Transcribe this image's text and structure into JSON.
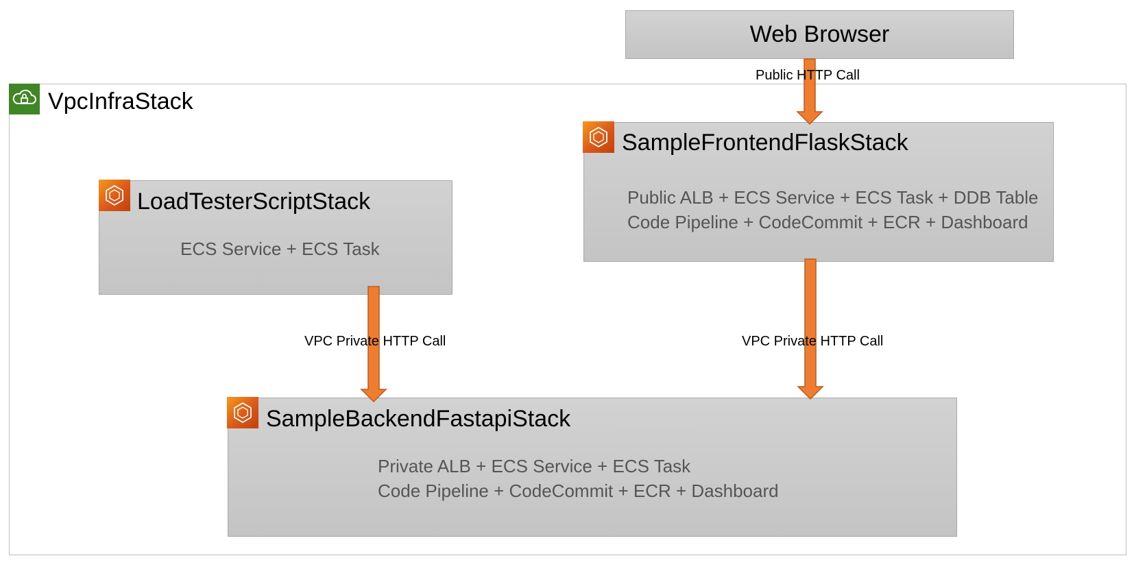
{
  "web_browser": {
    "label": "Web Browser"
  },
  "vpc": {
    "title": "VpcInfraStack",
    "icon": "vpc-cloud-lock-icon",
    "color": "#3f8624"
  },
  "frontend": {
    "title": "SampleFrontendFlaskStack",
    "icon": "ecs-container-icon",
    "lines": [
      "Public ALB + ECS Service + ECS Task + DDB Table",
      "Code Pipeline + CodeCommit + ECR + Dashboard"
    ]
  },
  "loadtester": {
    "title": "LoadTesterScriptStack",
    "icon": "ecs-container-icon",
    "lines": [
      "ECS Service + ECS Task"
    ]
  },
  "backend": {
    "title": "SampleBackendFastapiStack",
    "icon": "ecs-container-icon",
    "lines": [
      "Private ALB + ECS Service + ECS Task",
      "Code Pipeline + CodeCommit + ECR + Dashboard"
    ]
  },
  "arrows": {
    "browser_to_frontend": "Public HTTP Call",
    "loadtester_to_backend": "VPC Private HTTP Call",
    "frontend_to_backend": "VPC Private HTTP Call"
  },
  "colors": {
    "arrow_fill": "#ed7d31",
    "arrow_stroke": "#c05a1e",
    "box_fill": "#c9c9c9",
    "text_gray": "#555555"
  }
}
